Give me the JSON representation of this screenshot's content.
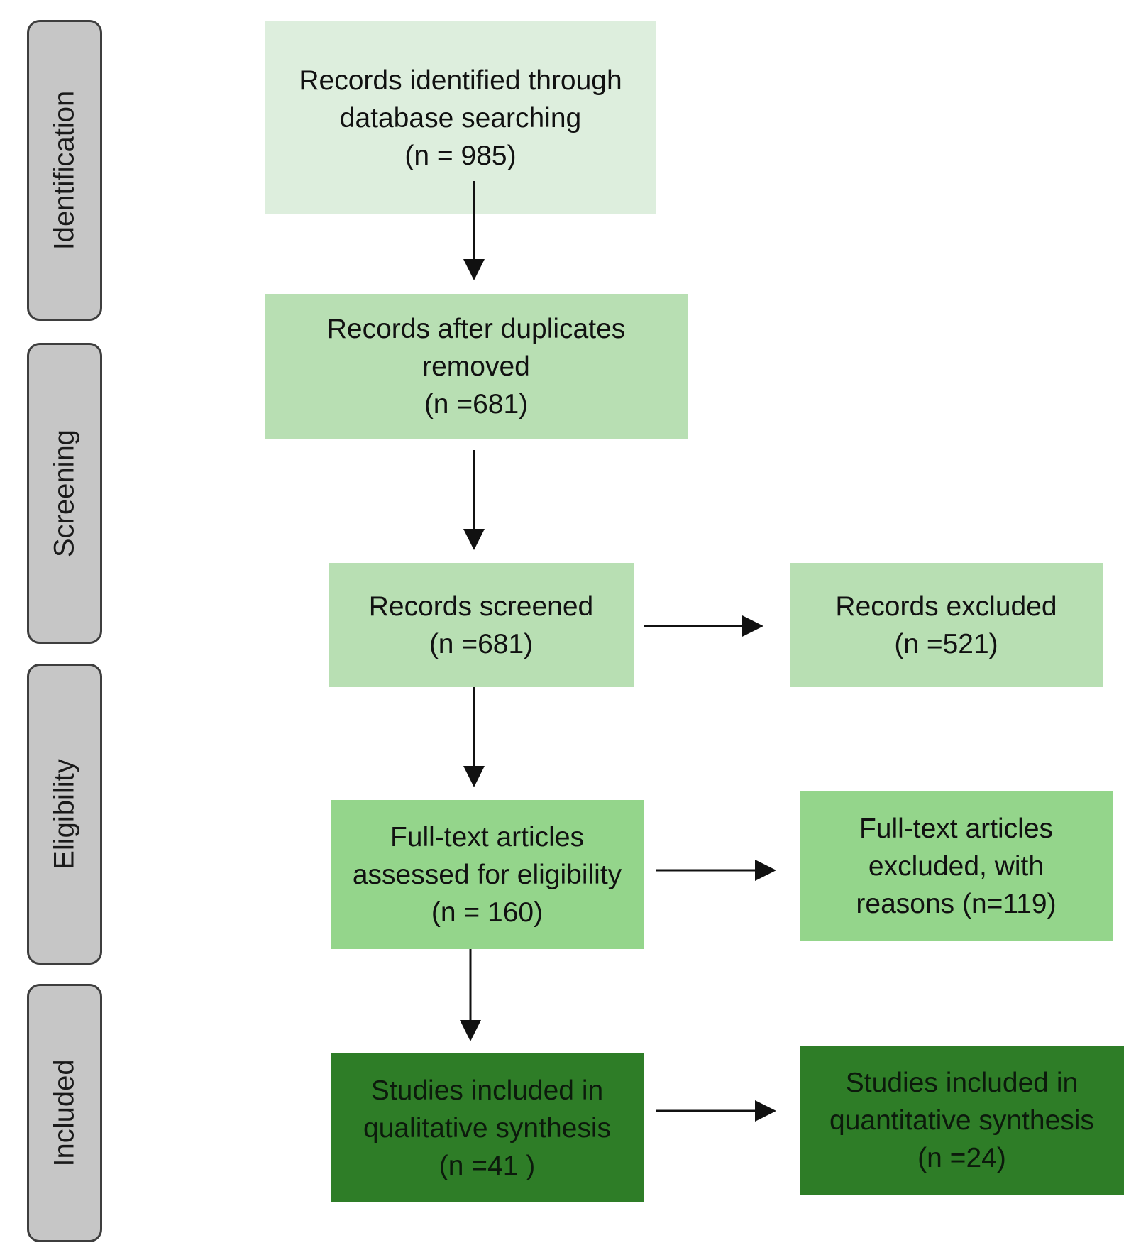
{
  "phases": {
    "identification": "Identification",
    "screening": "Screening",
    "eligibility": "Eligibility",
    "included": "Included"
  },
  "boxes": {
    "identified": [
      "Records identified through",
      "database searching",
      "(n = 985)"
    ],
    "after_duplicates": [
      "Records after duplicates",
      "removed",
      "(n =681)"
    ],
    "screened": [
      "Records screened",
      "(n =681)"
    ],
    "excluded": [
      "Records excluded",
      "(n =521)"
    ],
    "fulltext_assessed": [
      "Full-text articles",
      "assessed for eligibility",
      "(n = 160)"
    ],
    "fulltext_excluded": [
      "Full-text articles",
      "excluded, with",
      "reasons (n=119)"
    ],
    "qualitative": [
      "Studies included in",
      "qualitative synthesis",
      "(n =41 )"
    ],
    "quantitative": [
      "Studies included in",
      "quantitative synthesis",
      "(n =24)"
    ]
  },
  "colors": {
    "box_lightest": "#ddeedd",
    "box_light": "#b8dfb3",
    "box_medium": "#94d58b",
    "box_dark": "#2e7d27",
    "phase_fill": "#c6c6c6",
    "arrow": "#111111"
  }
}
